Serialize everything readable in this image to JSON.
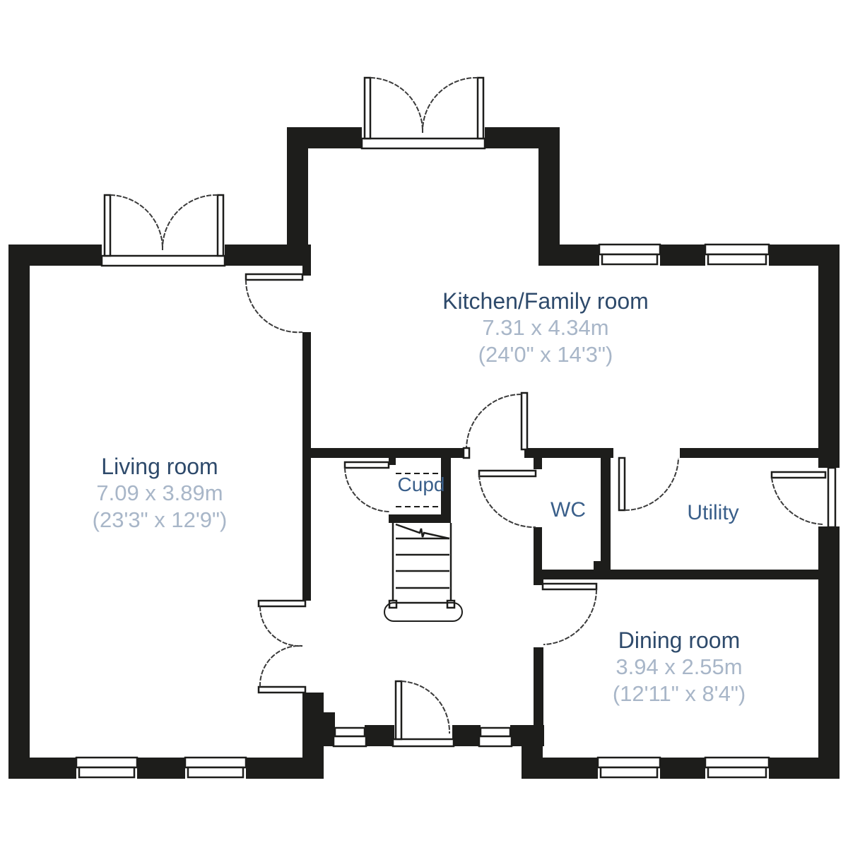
{
  "plan": {
    "type": "ground-floor plan",
    "colors": {
      "wall": "#1d1d1b",
      "room_name": "#2e4a6b",
      "room_dims": "#a8b6c8"
    }
  },
  "rooms": {
    "kitchen": {
      "name": "Kitchen/Family room",
      "metric": "7.31 x 4.34m",
      "imperial": "(24'0\" x 14'3\")"
    },
    "living": {
      "name": "Living room",
      "metric": "7.09 x 3.89m",
      "imperial": "(23'3\" x 12'9\")"
    },
    "dining": {
      "name": "Dining room",
      "metric": "3.94 x 2.55m",
      "imperial": "(12'11\" x 8'4\")"
    },
    "wc": {
      "name": "WC"
    },
    "utility": {
      "name": "Utility"
    },
    "cupboard": {
      "name": "Cupd"
    }
  }
}
